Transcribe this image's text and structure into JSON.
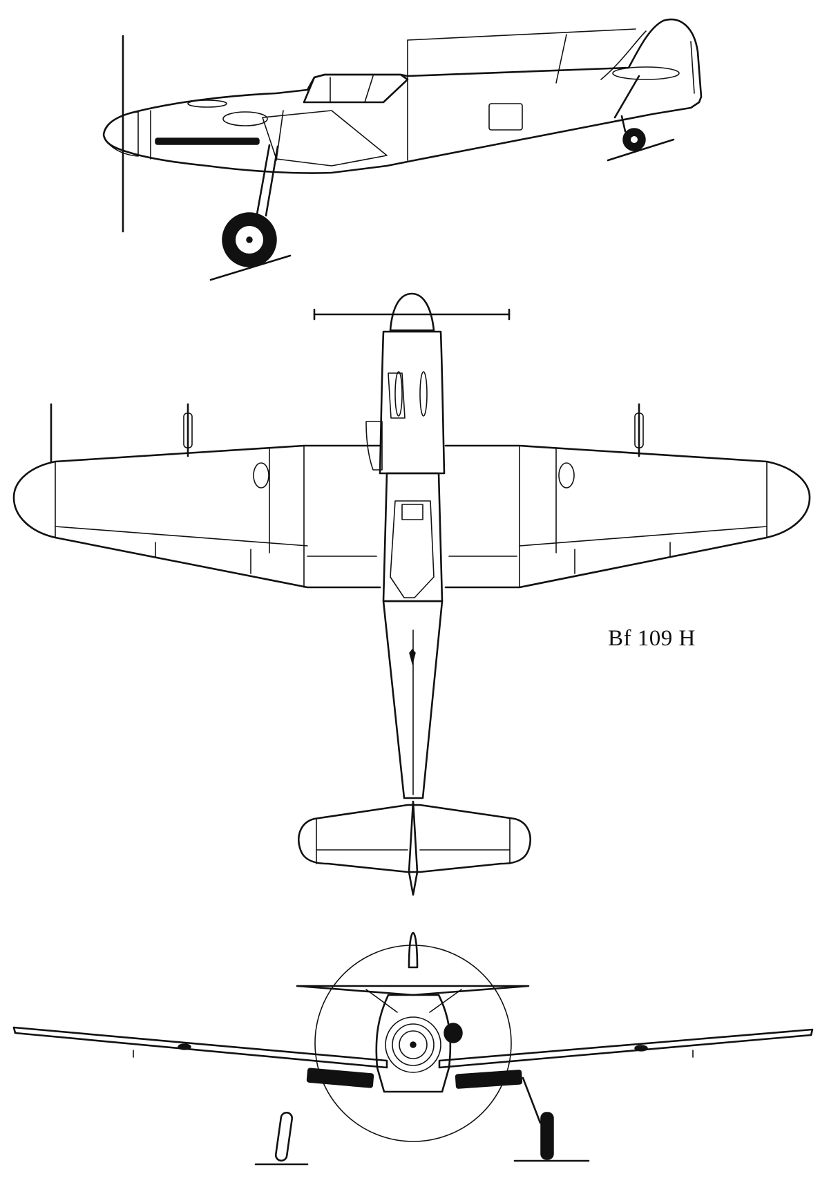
{
  "caption": "Bf 109 H",
  "views": {
    "side": "side-view",
    "top": "top-view",
    "front": "front-view"
  }
}
